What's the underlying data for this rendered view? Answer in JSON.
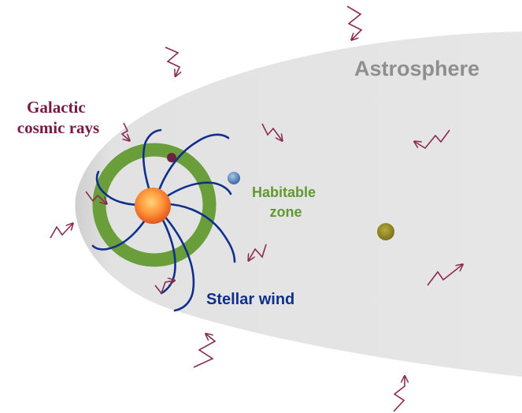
{
  "labels": {
    "astrosphere": "Astrosphere",
    "galactic_cosmic_rays": [
      "Galactic",
      "cosmic rays"
    ],
    "habitable_zone": [
      "Habitable",
      "zone"
    ],
    "stellar_wind": "Stellar wind"
  },
  "colors": {
    "background": "#ffffff",
    "astrosphere_fill": "#e3e3e3",
    "astrosphere_label": "#8f8f8f",
    "cosmic_ray": "#8b2a50",
    "cosmic_ray_label": "#7a1a44",
    "habitable_zone": "#6a9e3a",
    "habitable_zone_label": "#5f9a2e",
    "stellar_wind": "#0f2f8c",
    "stellar_wind_label": "#0f2f8c",
    "star_core": "#ffb347",
    "star_edge": "#e85d1e",
    "planet_inner": "#6b2340",
    "planet_blue": "#5f8fc4",
    "planet_outer": "#9a8f2a"
  },
  "icons": {
    "cosmic_ray": "zigzag-arrow-icon",
    "star": "sun-icon",
    "planet": "planet-icon"
  }
}
